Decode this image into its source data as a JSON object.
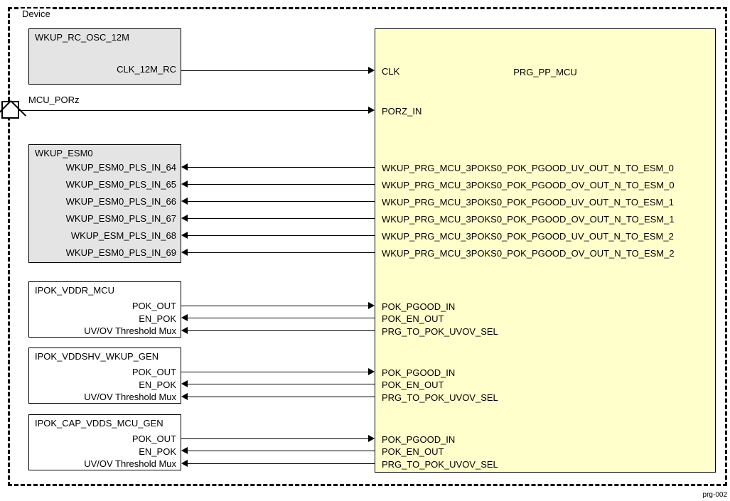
{
  "figure": {
    "caption": "prg-002",
    "device_label": "Device",
    "colors": {
      "module_fill": "#e4e4e4",
      "plain_fill": "#ffffff",
      "prg_fill": "#ffffcc",
      "line": "#000000"
    }
  },
  "pad": {
    "name": "MCU_PORz"
  },
  "prg_block": {
    "title": "PRG_PP_MCU",
    "clock_pins": [
      {
        "label": "CLK"
      },
      {
        "label": "PORZ_IN"
      }
    ],
    "esm_pins": [
      {
        "label": "WKUP_PRG_MCU_3POKS0_POK_PGOOD_UV_OUT_N_TO_ESM_0"
      },
      {
        "label": "WKUP_PRG_MCU_3POKS0_POK_PGOOD_OV_OUT_N_TO_ESM_0"
      },
      {
        "label": "WKUP_PRG_MCU_3POKS0_POK_PGOOD_UV_OUT_N_TO_ESM_1"
      },
      {
        "label": "WKUP_PRG_MCU_3POKS0_POK_PGOOD_OV_OUT_N_TO_ESM_1"
      },
      {
        "label": "WKUP_PRG_MCU_3POKS0_POK_PGOOD_UV_OUT_N_TO_ESM_2"
      },
      {
        "label": "WKUP_PRG_MCU_3POKS0_POK_PGOOD_OV_OUT_N_TO_ESM_2"
      }
    ],
    "pok_groups": [
      {
        "pins": [
          {
            "label": "POK_PGOOD_IN"
          },
          {
            "label": "POK_EN_OUT"
          },
          {
            "label": "PRG_TO_POK_UVOV_SEL"
          }
        ]
      },
      {
        "pins": [
          {
            "label": "POK_PGOOD_IN"
          },
          {
            "label": "POK_EN_OUT"
          },
          {
            "label": "PRG_TO_POK_UVOV_SEL"
          }
        ]
      },
      {
        "pins": [
          {
            "label": "POK_PGOOD_IN"
          },
          {
            "label": "POK_EN_OUT"
          },
          {
            "label": "PRG_TO_POK_UVOV_SEL"
          }
        ]
      }
    ]
  },
  "osc_block": {
    "title": "WKUP_RC_OSC_12M",
    "pins": [
      {
        "label": "CLK_12M_RC"
      }
    ]
  },
  "esm_block": {
    "title": "WKUP_ESM0",
    "pins": [
      {
        "label": "WKUP_ESM0_PLS_IN_64"
      },
      {
        "label": "WKUP_ESM0_PLS_IN_65"
      },
      {
        "label": "WKUP_ESM0_PLS_IN_66"
      },
      {
        "label": "WKUP_ESM0_PLS_IN_67"
      },
      {
        "label": "WKUP_ESM_PLS_IN_68"
      },
      {
        "label": "WKUP_ESM0_PLS_IN_69"
      }
    ]
  },
  "ipok_blocks": [
    {
      "title": "IPOK_VDDR_MCU",
      "pins": [
        {
          "label": "POK_OUT"
        },
        {
          "label": "EN_POK"
        },
        {
          "label": "UV/OV Threshold Mux"
        }
      ]
    },
    {
      "title": "IPOK_VDDSHV_WKUP_GEN",
      "pins": [
        {
          "label": "POK_OUT"
        },
        {
          "label": "EN_POK"
        },
        {
          "label": "UV/OV Threshold Mux"
        }
      ]
    },
    {
      "title": "IPOK_CAP_VDDS_MCU_GEN",
      "pins": [
        {
          "label": "POK_OUT"
        },
        {
          "label": "EN_POK"
        },
        {
          "label": "UV/OV Threshold Mux"
        }
      ]
    }
  ]
}
